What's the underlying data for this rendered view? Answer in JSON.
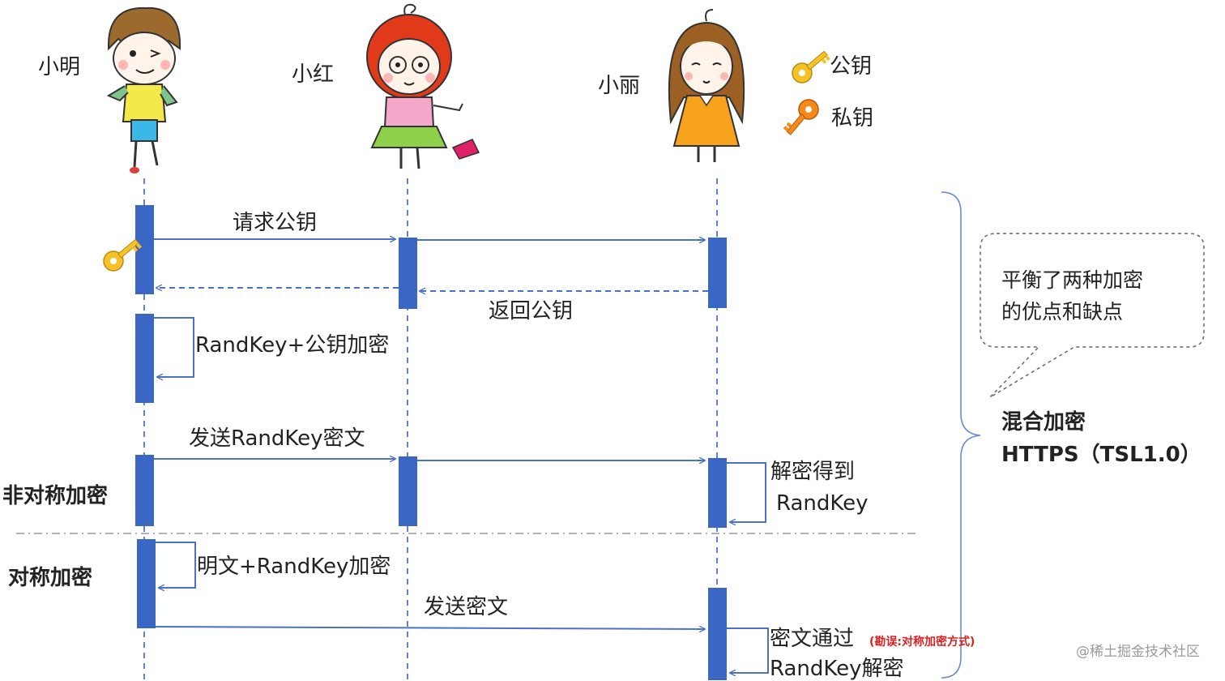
{
  "participants": [
    {
      "id": "xiaoming",
      "name": "小明"
    },
    {
      "id": "xiaohong",
      "name": "小红"
    },
    {
      "id": "xiaoli",
      "name": "小丽"
    }
  ],
  "keys": {
    "public_key": "公钥",
    "private_key": "私钥"
  },
  "messages": {
    "request_public_key": "请求公钥",
    "return_public_key": "返回公钥",
    "randkey_encrypt": "RandKey+公钥加密",
    "send_randkey_cipher": "发送RandKey密文",
    "decrypt_line1": "解密得到",
    "decrypt_line2": "RandKey",
    "plaintext_encrypt": "明文+RandKey加密",
    "send_cipher": "发送密文",
    "cipher_line1": "密文通过",
    "cipher_line2": "RandKey解密",
    "erratum": "(勘误:对称加密方式)"
  },
  "sections": {
    "asymmetric": "非对称加密",
    "symmetric": "对称加密"
  },
  "bubble": {
    "line1": "平衡了两种加密",
    "line2": "的优点和缺点"
  },
  "summary": {
    "line1": "混合加密",
    "line2": "HTTPS（TSL1.0）"
  },
  "watermark": "@稀土掘金技术社区",
  "colors": {
    "activation": "#3a66c4",
    "arrow": "#4a72c8",
    "lifeline": "#3a66c4",
    "key": "#f0a020",
    "erratum": "#e02020",
    "divider": "#999999"
  }
}
